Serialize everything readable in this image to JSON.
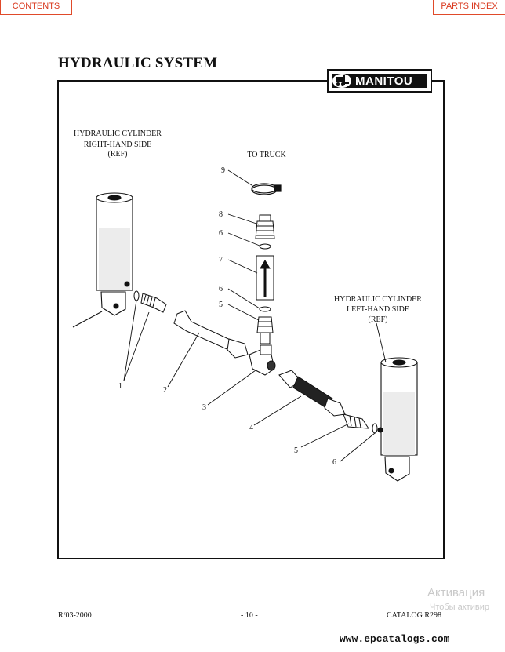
{
  "nav": {
    "contents_label": "CONTENTS",
    "parts_index_label": "PARTS INDEX",
    "accent_color": "#d9381e"
  },
  "page": {
    "title": "HYDRAULIC SYSTEM",
    "logo_text": "MANITOU"
  },
  "diagram": {
    "labels": {
      "right_cyl_line1": "HYDRAULIC CYLINDER",
      "right_cyl_line2": "RIGHT-HAND SIDE",
      "right_cyl_line3": "(REF)",
      "to_truck": "TO TRUCK",
      "left_cyl_line1": "HYDRAULIC CYLINDER",
      "left_cyl_line2": "LEFT-HAND SIDE",
      "left_cyl_line3": "(REF)"
    },
    "callouts": [
      "9",
      "8",
      "6",
      "7",
      "6",
      "5",
      "1",
      "2",
      "3",
      "4",
      "5",
      "6"
    ]
  },
  "footer": {
    "revision": "R/03-2000",
    "page_number": "- 10 -",
    "catalog": "CATALOG R298"
  },
  "watermark": {
    "line1": "Активация",
    "line2": "Чтобы активир"
  },
  "website": "www.epcatalogs.com"
}
